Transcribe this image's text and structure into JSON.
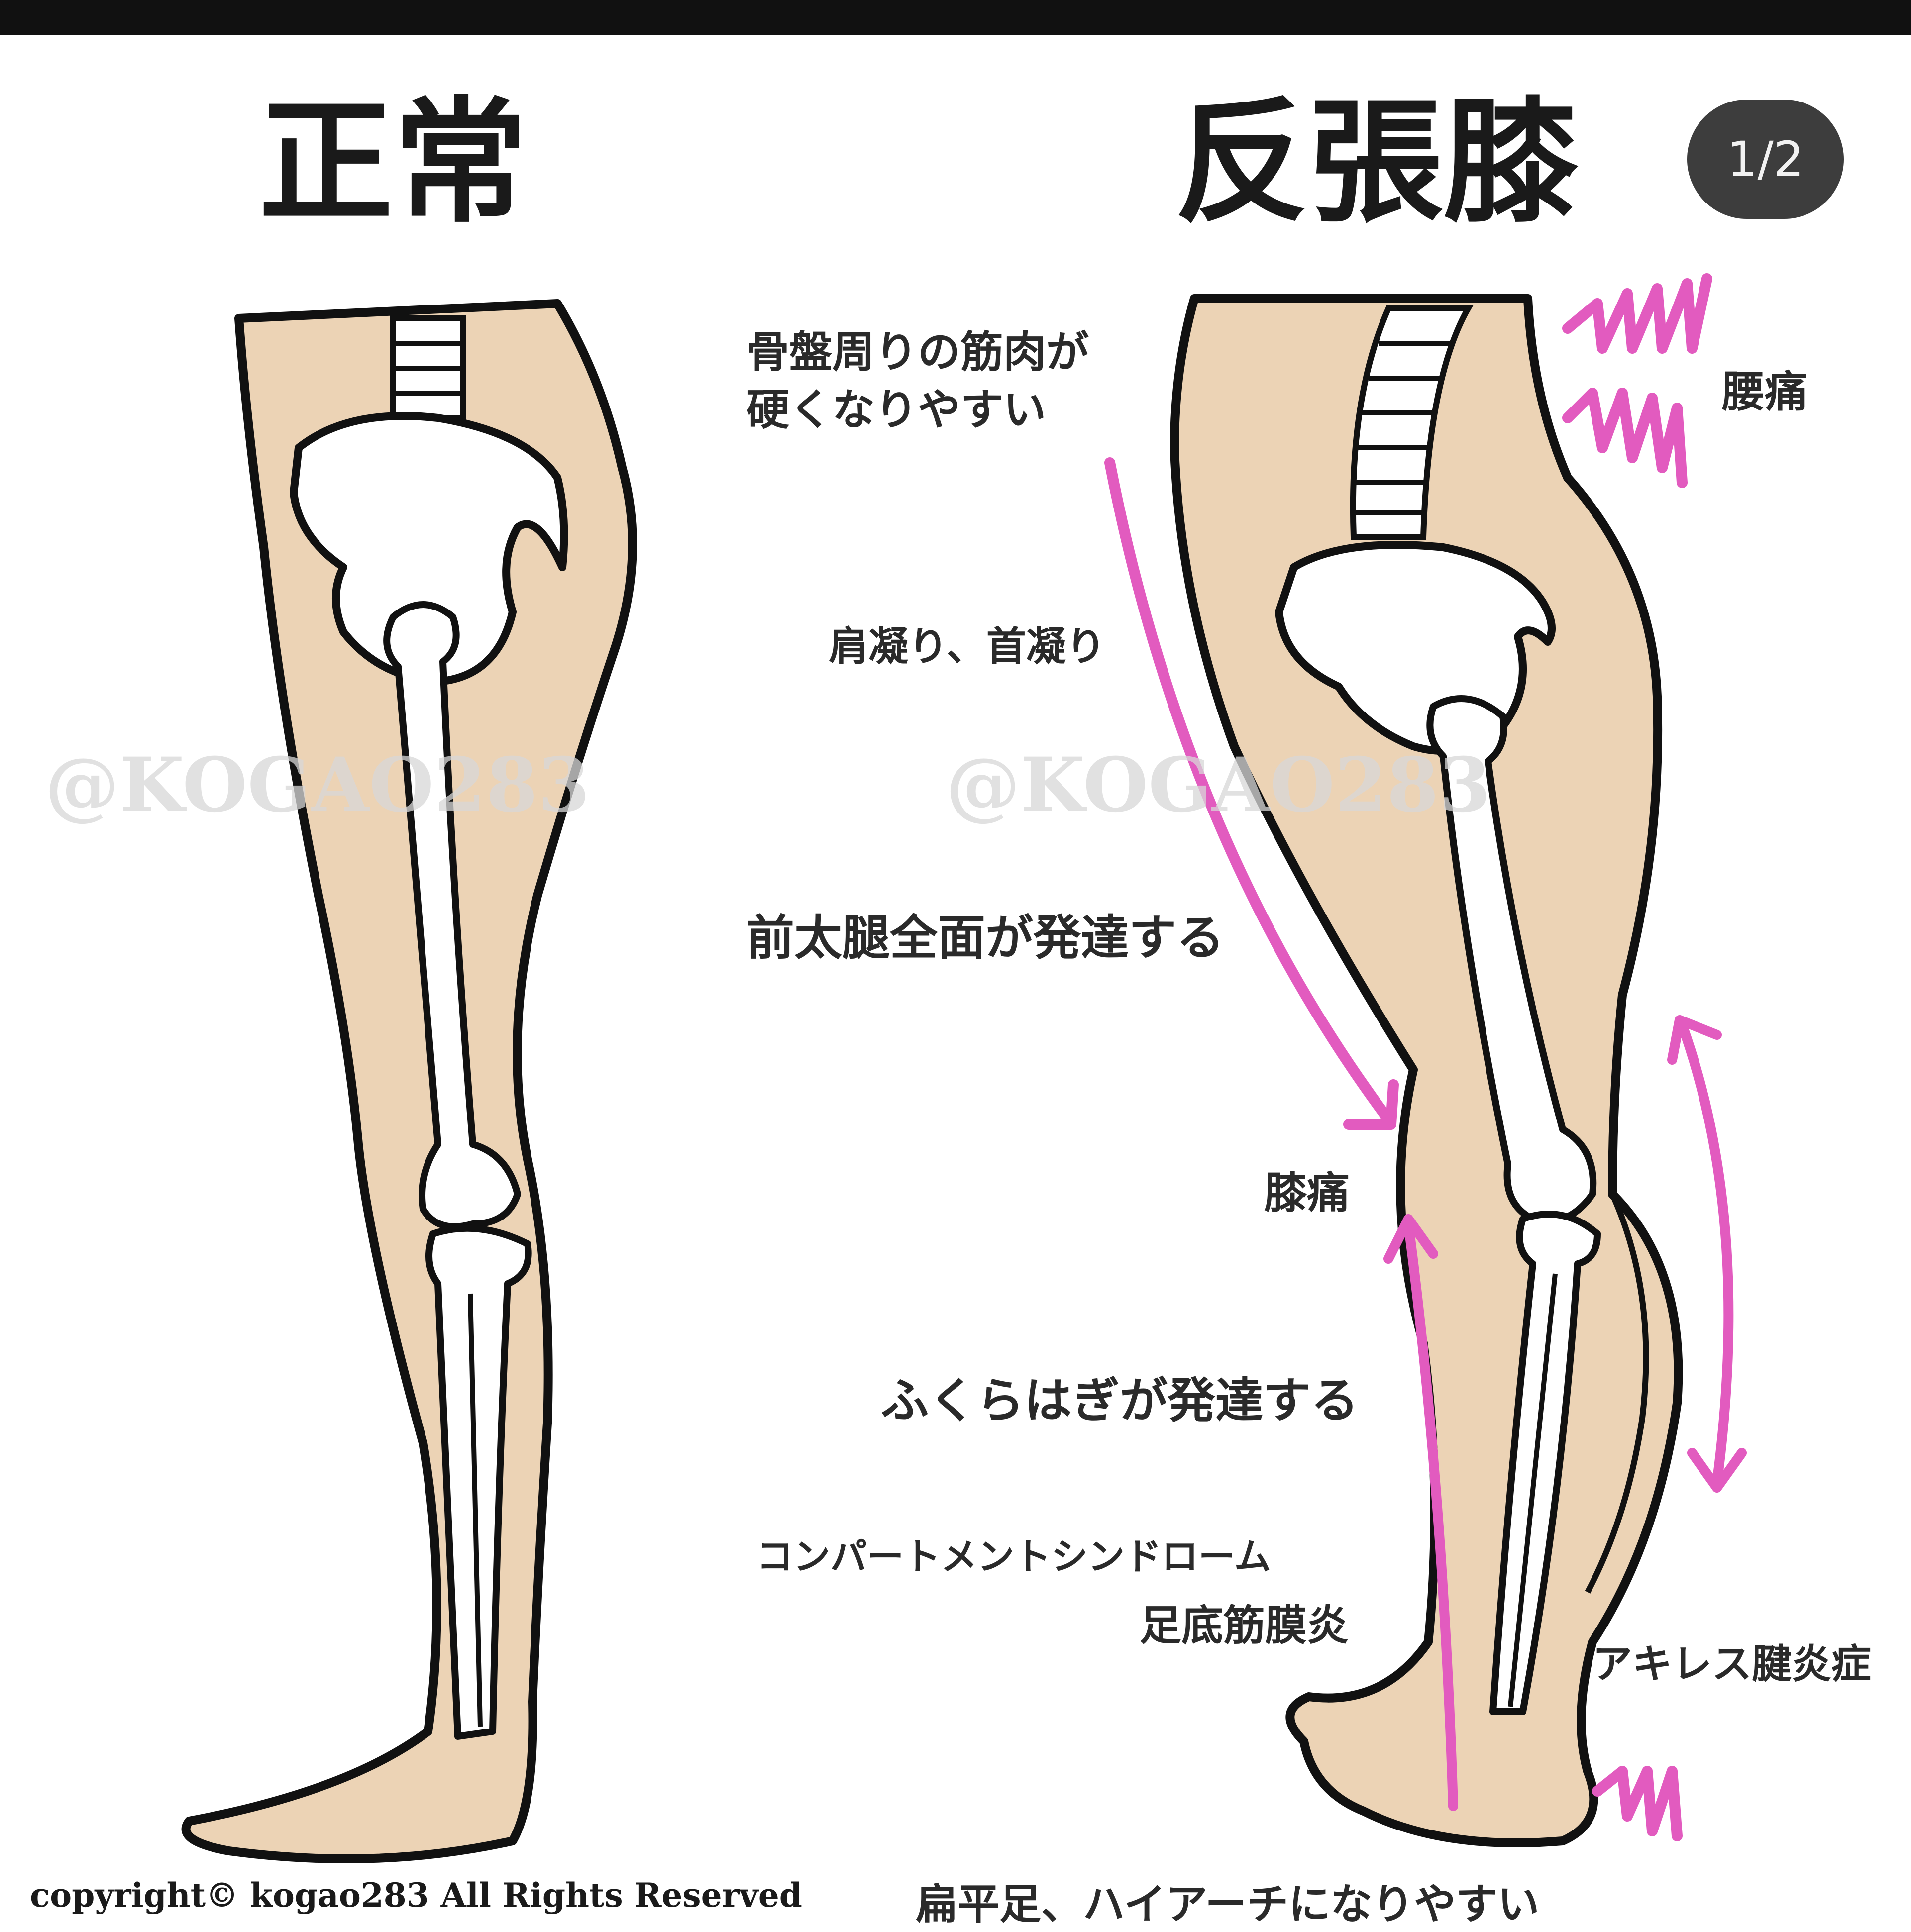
{
  "titles": {
    "normal": "正常",
    "hyperextended_knee": "反張膝"
  },
  "page_indicator": "1/2",
  "labels": {
    "pelvis_muscles": "骨盤周りの筋肉が\n硬くなりやすい",
    "shoulder_neck": "肩凝り、首凝り",
    "front_thigh": "前太腿全面が発達する",
    "knee_pain": "膝痛",
    "calf": "ふくらはぎが発達する",
    "compartment": "コンパートメントシンドローム",
    "plantar_fasciitis": "足底筋膜炎",
    "low_back_pain": "腰痛",
    "achilles": "アキレス腱炎症",
    "flat_foot": "扁平足、ハイアーチになりやすい"
  },
  "watermark": "@KOGAO283",
  "copyright": "copyright© kogao283 All Rights Reserved",
  "colors": {
    "skin": "#ecd3b5",
    "bone": "#ffffff",
    "outline": "#111111",
    "accent": "#e25bbf",
    "badge": "#3d3d3d"
  }
}
